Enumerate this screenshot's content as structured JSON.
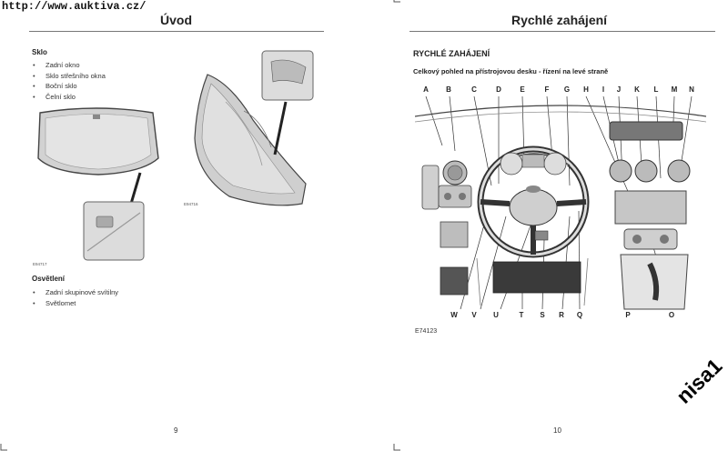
{
  "url": "http://www.auktiva.cz/",
  "left_page": {
    "title": "Úvod",
    "glass": {
      "heading": "Sklo",
      "items": [
        "Zadní okno",
        "Sklo střešního okna",
        "Boční sklo",
        "Čelní sklo"
      ]
    },
    "lighting": {
      "heading": "Osvětlení",
      "items": [
        "Zadní skupinové svítilny",
        "Světlomet"
      ]
    },
    "fig_code_1": "E94717",
    "fig_code_2": "E94716",
    "page_number": "9"
  },
  "right_page": {
    "title": "Rychlé zahájení",
    "section_heading": "RYCHLÉ ZAHÁJENÍ",
    "subheading": "Celkový pohled na přístrojovou desku - řízení na levé straně",
    "top_labels": [
      "A",
      "B",
      "C",
      "D",
      "E",
      "F",
      "G",
      "H",
      "I",
      "J",
      "K",
      "L",
      "M",
      "N"
    ],
    "bottom_labels": [
      "W",
      "V",
      "U",
      "T",
      "S",
      "R",
      "Q",
      "P",
      "O"
    ],
    "figure_code": "E74123",
    "page_number": "10"
  },
  "watermark": "nisa1"
}
